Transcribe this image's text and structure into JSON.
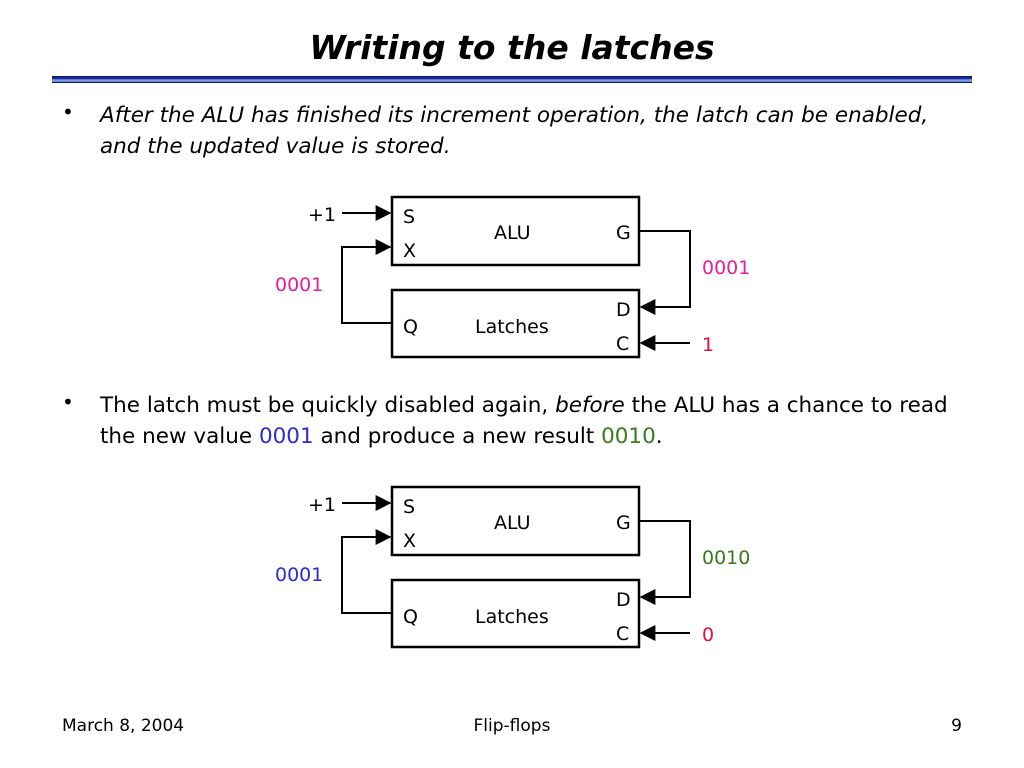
{
  "slide": {
    "title": "Writing to the latches",
    "bullet_glyph": "•",
    "bullets": [
      {
        "text": "After the ALU has finished its increment operation, the latch can be enabled, and the updated value is stored."
      },
      {
        "text_part1": "The latch must be quickly disabled again, ",
        "text_italic": "before",
        "text_part2": " the ALU has a chance to read the new value ",
        "value_new": "0001",
        "text_part3": " and produce a new result ",
        "value_result": "0010",
        "text_end": "."
      }
    ],
    "diagrams": [
      {
        "alu_label": "ALU",
        "port_s": "S",
        "port_x": "X",
        "port_g": "G",
        "latches_label": "Latches",
        "port_q": "Q",
        "port_d": "D",
        "port_c": "C",
        "input_s": "+1",
        "feedback_value": "0001",
        "feedback_color": "#e0209a",
        "g_value": "0001",
        "g_color": "#e0209a",
        "c_value": "1",
        "c_color": "#e0103a"
      },
      {
        "alu_label": "ALU",
        "port_s": "S",
        "port_x": "X",
        "port_g": "G",
        "latches_label": "Latches",
        "port_q": "Q",
        "port_d": "D",
        "port_c": "C",
        "input_s": "+1",
        "feedback_value": "0001",
        "feedback_color": "#2a2ad8",
        "g_value": "0010",
        "g_color": "#3a7a1a",
        "c_value": "0",
        "c_color": "#e0103a"
      }
    ],
    "footer": {
      "date": "March 8, 2004",
      "topic": "Flip-flops",
      "page": "9"
    }
  }
}
